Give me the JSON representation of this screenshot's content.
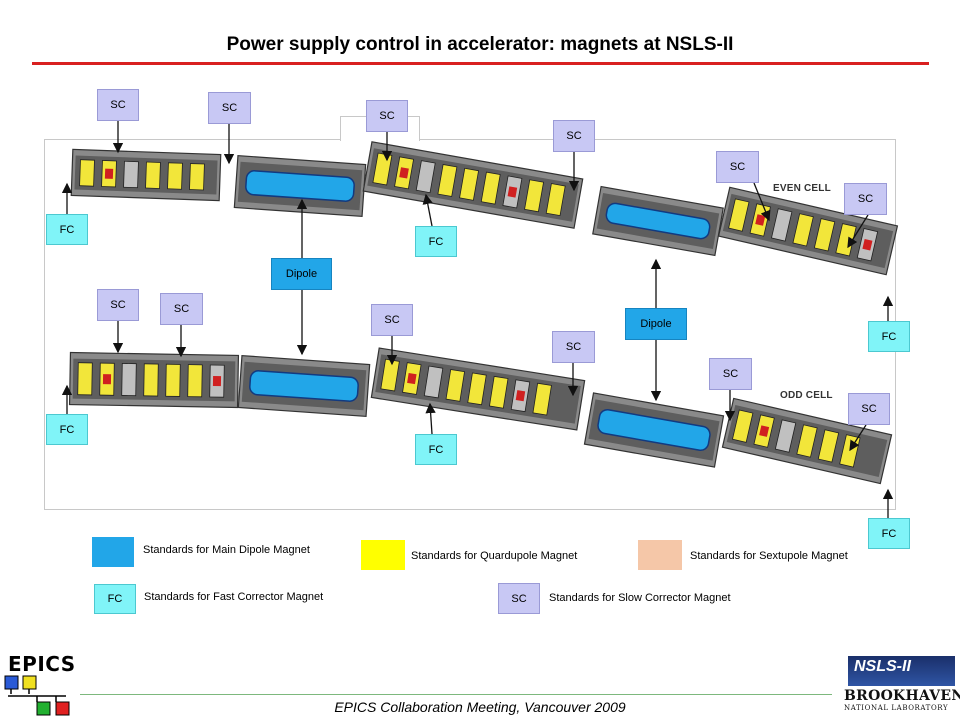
{
  "title": "Power supply control in accelerator: magnets at NSLS-II",
  "labels": {
    "sc": "SC",
    "fc": "FC",
    "dipole": "Dipole"
  },
  "cells": {
    "even": "EVEN CELL",
    "odd": "ODD CELL"
  },
  "legend": [
    {
      "swatch_color": "#22a6e8",
      "text": "Standards for Main Dipole Magnet"
    },
    {
      "swatch_color": "#ffff00",
      "text": "Standards for Quardupole Magnet"
    },
    {
      "swatch_color": "#f5c7a8",
      "text": "Standards for Sextupole Magnet"
    },
    {
      "swatch_label": "FC",
      "text": "Standards for Fast Corrector Magnet"
    },
    {
      "swatch_label": "SC",
      "text": "Standards for Slow Corrector Magnet"
    }
  ],
  "logos": {
    "epics": "EPICS",
    "nsls": "NSLS-II",
    "bnl": "BROOKHAVEN",
    "bnl_sub": "NATIONAL LABORATORY"
  },
  "footer": "EPICS Collaboration Meeting, Vancouver 2009",
  "colors": {
    "sc": "#c8c8f4",
    "fc": "#80f4f8",
    "dipole": "#22a6e8",
    "quad": "#f2e63a",
    "sext": "#f5c7a8",
    "rule": "#d92020"
  }
}
